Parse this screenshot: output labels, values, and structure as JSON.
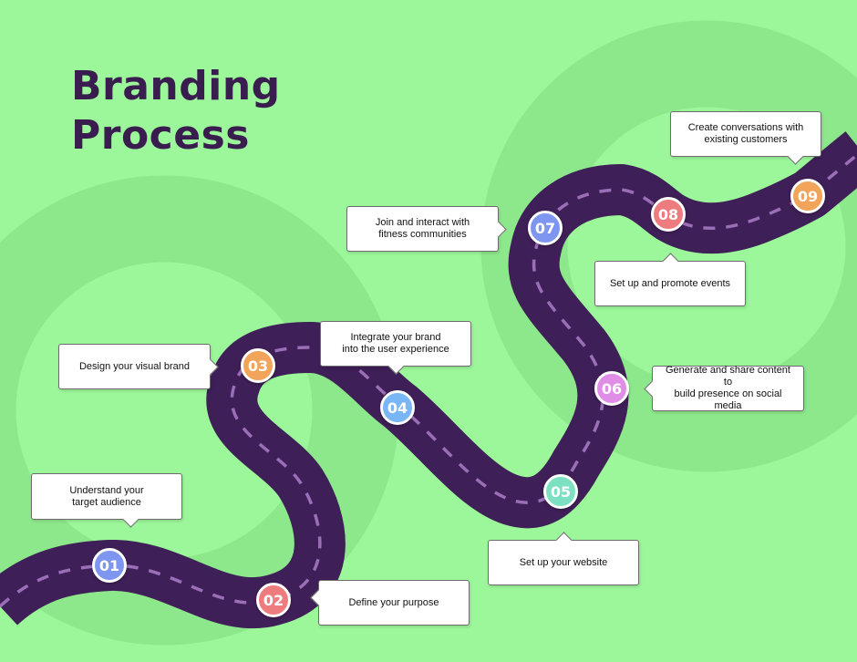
{
  "title": {
    "line1": "Branding",
    "line2": "Process"
  },
  "colors": {
    "background": "#9cf79a",
    "background_shape": "#8de88b",
    "road": "#3f1f57",
    "road_dash": "#9a6fb8",
    "title": "#3a1d4f",
    "callout_border": "#6c6c6c"
  },
  "steps": [
    {
      "number": "01",
      "label": "Understand your\ntarget audience",
      "color": "#7f96f0"
    },
    {
      "number": "02",
      "label": "Define your purpose",
      "color": "#ee7c7f"
    },
    {
      "number": "03",
      "label": "Design your visual brand",
      "color": "#f1a45a"
    },
    {
      "number": "04",
      "label": "Integrate your brand\ninto the user experience",
      "color": "#78b6f6"
    },
    {
      "number": "05",
      "label": "Set up your website",
      "color": "#7ce0c2"
    },
    {
      "number": "06",
      "label": "Generate and share content to\nbuild presence on social media",
      "color": "#e08de8"
    },
    {
      "number": "07",
      "label": "Join and interact with\nfitness communities",
      "color": "#7f96f0"
    },
    {
      "number": "08",
      "label": "Set up and promote events",
      "color": "#ee7c7f"
    },
    {
      "number": "09",
      "label": "Create conversations with\nexisting customers",
      "color": "#f1a45a"
    }
  ]
}
